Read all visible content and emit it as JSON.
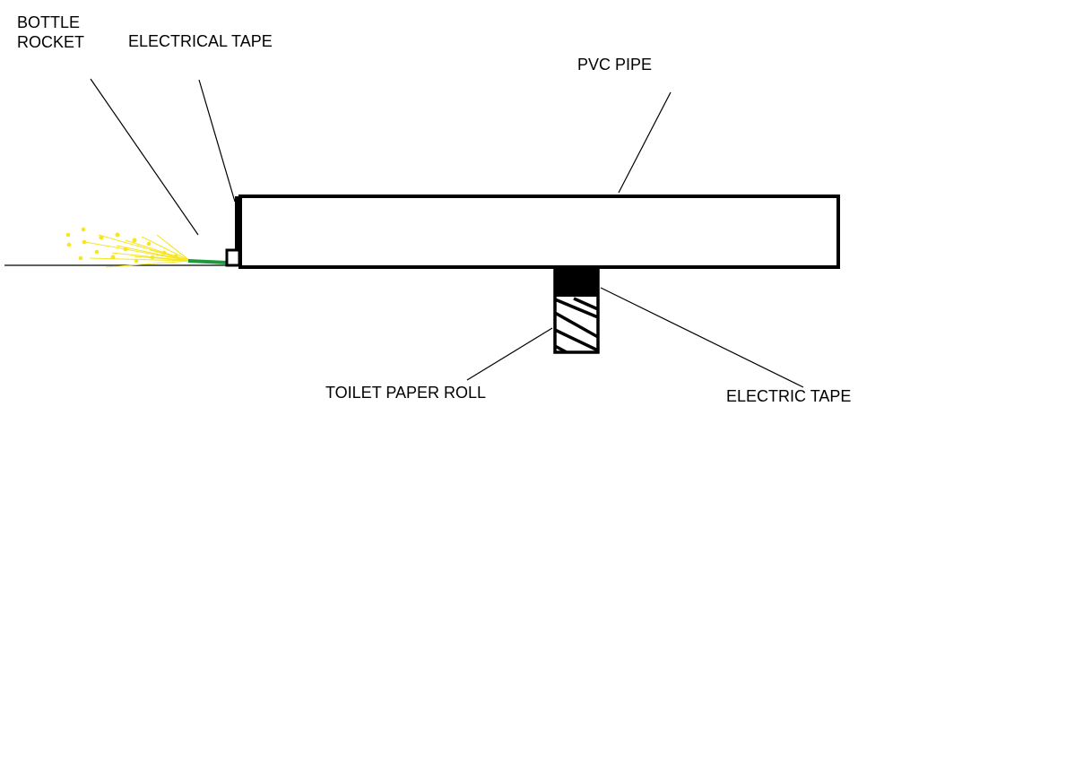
{
  "labels": {
    "bottle_rocket_line1": "BOTTLE",
    "bottle_rocket_line2": "ROCKET",
    "electrical_tape": "ELECTRICAL TAPE",
    "pvc_pipe": "PVC PIPE",
    "toilet_paper_roll": "TOILET PAPER ROLL",
    "electric_tape": "ELECTRIC TAPE"
  },
  "colors": {
    "background": "#ffffff",
    "stroke": "#000000",
    "spark": "#f5e61e",
    "fuse": "#1e9a3c",
    "tape": "#000000"
  }
}
